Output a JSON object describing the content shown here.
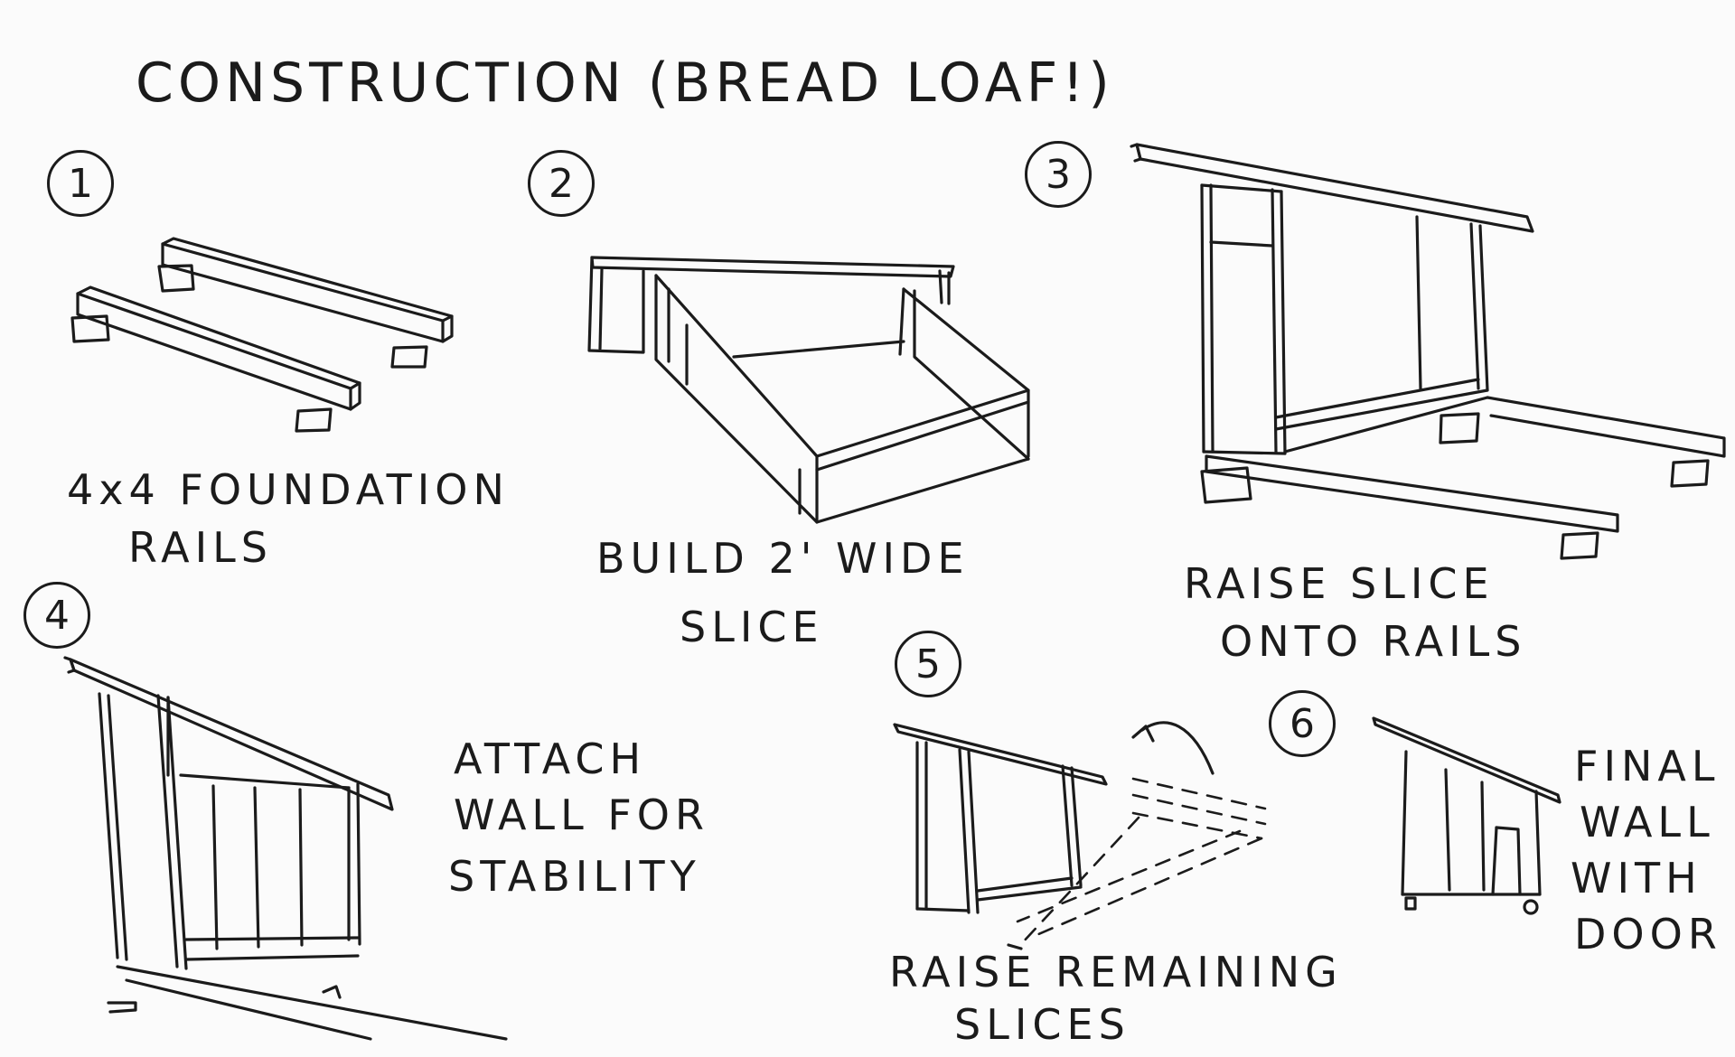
{
  "title": "CONSTRUCTION (BREAD LOAF!)",
  "steps": [
    {
      "number": "1",
      "caption_line1": "4x4 FOUNDATION",
      "caption_line2": "RAILS"
    },
    {
      "number": "2",
      "caption_line1": "BUILD 2' WIDE",
      "caption_line2": "SLICE"
    },
    {
      "number": "3",
      "caption_line1": "RAISE SLICE",
      "caption_line2": "ONTO RAILS"
    },
    {
      "number": "4",
      "caption_line1": "ATTACH",
      "caption_line2": "WALL FOR",
      "caption_line3": "STABILITY"
    },
    {
      "number": "5",
      "caption_line1": "RAISE REMAINING",
      "caption_line2": "SLICES"
    },
    {
      "number": "6",
      "caption_line1": "FINAL",
      "caption_line2": "WALL",
      "caption_line3": "WITH",
      "caption_line4": "DOOR"
    }
  ]
}
